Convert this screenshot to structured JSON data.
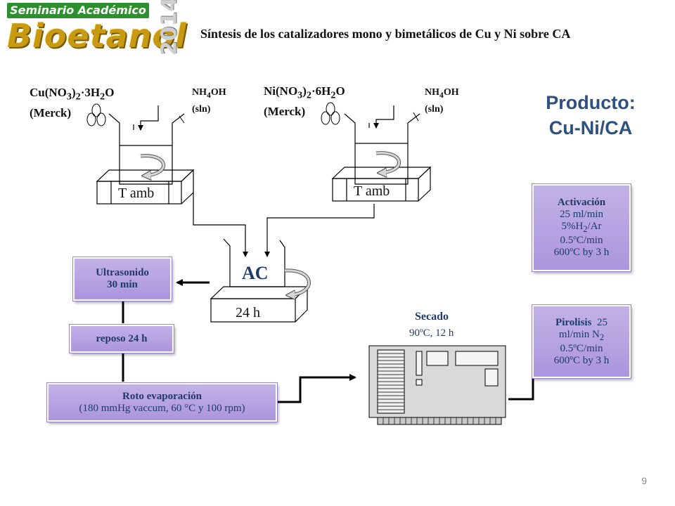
{
  "header": {
    "seminar": "Seminario Académico",
    "logo": "Bioetanol",
    "year": "2014",
    "title": "Síntesis de los catalizadores mono y bimetálicos de Cu y Ni sobre CA"
  },
  "left_prep": {
    "salt_main": "Cu(NO",
    "salt_sub1": "3",
    "salt_mid": ")",
    "salt_sub2": "2",
    "salt_rest": "·3H",
    "salt_sub3": "2",
    "salt_end": "O",
    "supplier": "(Merck)",
    "base_main": "NH",
    "base_sub": "4",
    "base_end": "OH",
    "base_solution": "(sln)",
    "bath_label": "T amb"
  },
  "right_prep": {
    "salt_main": "Ni(NO",
    "salt_sub1": "3",
    "salt_mid": ")",
    "salt_sub2": "2",
    "salt_rest": "·6H",
    "salt_sub3": "2",
    "salt_end": "O",
    "supplier": "(Merck)",
    "base_main": "NH",
    "base_sub": "4",
    "base_end": "OH",
    "base_solution": "(sln)",
    "bath_label": "T amb"
  },
  "center": {
    "vessel_label": "AC",
    "bath_label": "24 h"
  },
  "product": {
    "line1": "Producto:",
    "line2": "Cu-Ni/CA"
  },
  "steps": {
    "ultrasonido_1": "Ultrasonido",
    "ultrasonido_2": "30 min",
    "reposo": "reposo 24 h",
    "roto_1": "Roto evaporación",
    "roto_2": "(180 mmHg vaccum, 60 °C y 100 rpm)",
    "secado_title": "Secado",
    "secado_detail": "90ºC,  12 h",
    "pirolisis_title": "Pirolisis",
    "pirolisis_a": "25",
    "pirolisis_b": "ml/min N",
    "pirolisis_b_sub": "2",
    "pirolisis_c": "0.5ºC/min",
    "pirolisis_d": "600ºC by 3 h",
    "activacion_title": "Activación",
    "activacion_a": "25 ml/min",
    "activacion_b1": "5%H",
    "activacion_b_sub": "2",
    "activacion_b2": "/Ar",
    "activacion_c": "0.5ºC/min",
    "activacion_d": "600ºC by 3 h"
  },
  "page_number": "9"
}
